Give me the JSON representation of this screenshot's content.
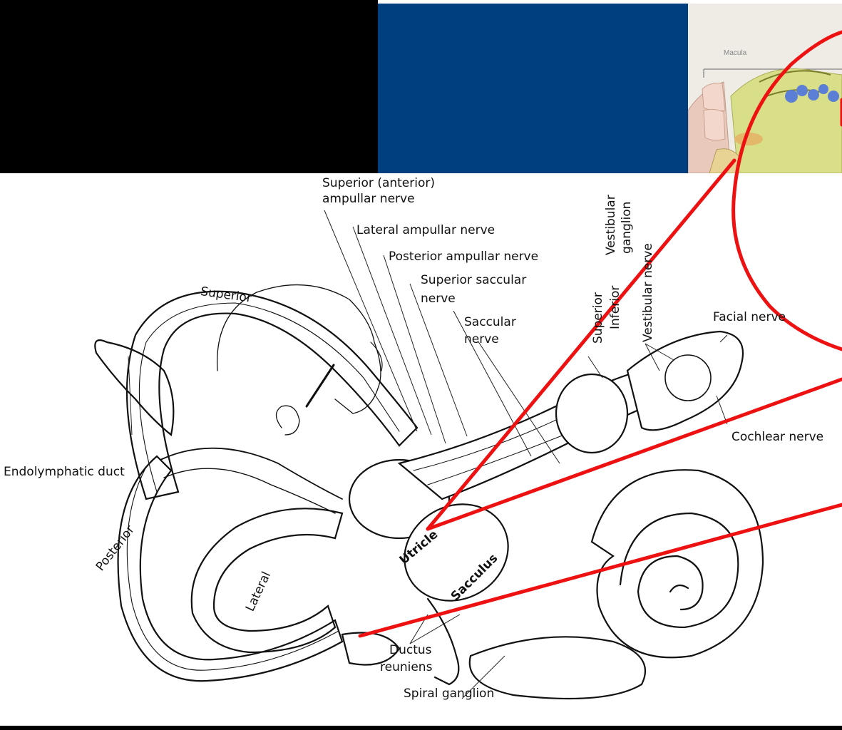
{
  "inset": {
    "label": "Macula"
  },
  "labels": {
    "superior_anterior_ampullar_nerve_1": "Superior (anterior)",
    "superior_anterior_ampullar_nerve_2": "ampullar nerve",
    "lateral_ampullar_nerve": "Lateral ampullar nerve",
    "posterior_ampullar_nerve": "Posterior ampullar nerve",
    "superior_saccular_nerve_1": "Superior saccular",
    "superior_saccular_nerve_2": "nerve",
    "saccular_nerve_1": "Saccular",
    "saccular_nerve_2": "nerve",
    "superior_canal": "Superior",
    "endolymphatic_duct": "Endolymphatic duct",
    "posterior_canal": "Posterior",
    "lateral_canal": "Lateral",
    "utricle": "Utricle",
    "sacculus": "Sacculus",
    "facial_nerve": "Facial nerve",
    "cochlear_nerve": "Cochlear nerve",
    "vestibular_nerve": "Vestibular nerve",
    "superior_division": "Superior",
    "inferior_division": "Inferior",
    "vestibular_ganglion_1": "Vestibular",
    "vestibular_ganglion_2": "ganglion",
    "ductus_reuniens_1": "Ductus",
    "ductus_reuniens_2": "reuniens",
    "spiral_ganglion": "Spiral ganglion"
  },
  "colors": {
    "background_black": "#000000",
    "panel_blue": "#003f7f",
    "highlight_red": "#ee1111"
  }
}
